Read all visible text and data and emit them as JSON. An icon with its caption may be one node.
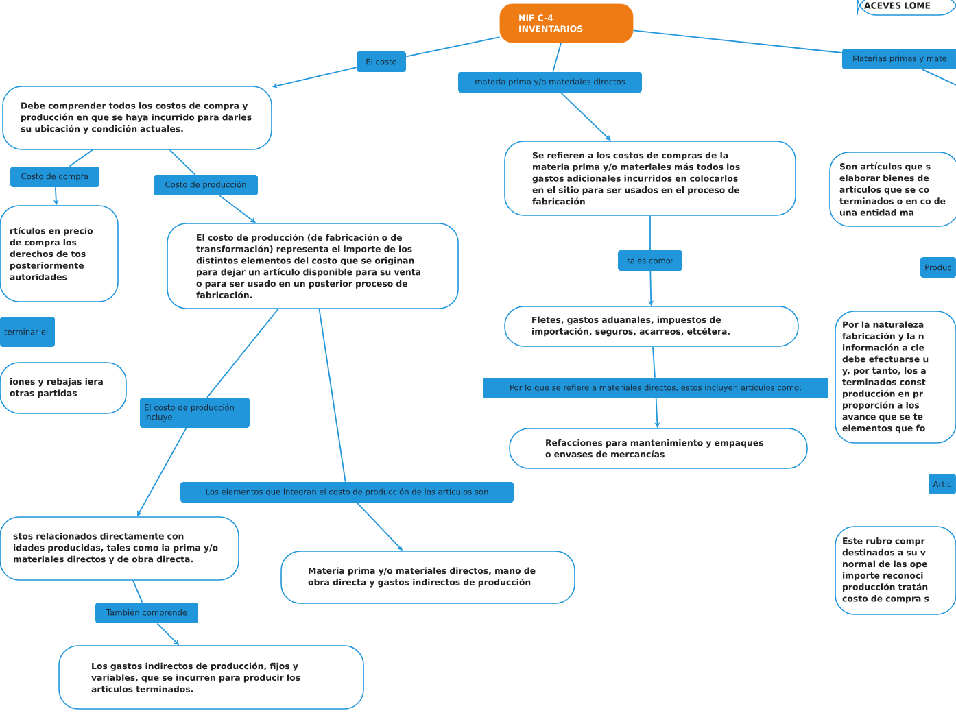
{
  "diagram": {
    "nodes": [
      {
        "text": [
          "NIF C-4 INVENTARIOS"
        ]
      },
      {
        "text": [
          "ACEVES LOME"
        ]
      },
      {
        "text": [
          "El costo"
        ]
      },
      {
        "text": [
          "Debe comprender todos los costos de compra y producción en que se haya incurrido para darles su ubicación y condición actuales."
        ]
      },
      {
        "text": [
          "materia prima y/o materiales directos"
        ]
      },
      {
        "text": [
          "Se refieren a los costos de compras de la materia prima y/o materiales más todos los gastos adicionales incurridos en colocarlos en el sitio para ser usados en el proceso de fabricación"
        ]
      },
      {
        "text": [
          "Materias primas y mate"
        ]
      },
      {
        "text": [
          "Son artículos que s elaborar bienes de artículos que se co terminados o en co de una entidad ma"
        ]
      },
      {
        "text": [
          "Costo de compra"
        ]
      },
      {
        "text": [
          "Costo de producción"
        ]
      },
      {
        "text": [
          "rtículos en precio de compra los derechos de tos posteriormente autoridades"
        ]
      },
      {
        "text": [
          "El costo de producción (de fabricación o de transformación) representa el importe de los distintos elementos del costo que se originan para dejar un artículo disponible para su venta o para ser usado en un posterior proceso de fabricación."
        ]
      },
      {
        "text": [
          "tales como:"
        ]
      },
      {
        "text": [
          "Produc"
        ]
      },
      {
        "text": [
          "Fletes, gastos aduanales, impuestos de importación, seguros, acarreos, etcétera."
        ]
      },
      {
        "text": [
          "terminar el"
        ]
      },
      {
        "text": [
          "Por la naturaleza fabricación y la n información a cle debe efectuarse u y, por tanto, los a terminados const producción en pr proporción a los avance que se te elementos que fo"
        ]
      },
      {
        "text": [
          "iones y rebajas iera otras partidas"
        ]
      },
      {
        "text": [
          "Por lo que se refiere a materiales directos, éstos incluyen artículos como:"
        ]
      },
      {
        "text": [
          "El costo de producción incluye"
        ]
      },
      {
        "text": [
          "Refacciones para mantenimiento y empaques o envases de mercancías"
        ]
      },
      {
        "text": [
          "Los elementos que integran el costo de producción de los artículos son"
        ]
      },
      {
        "text": [
          "Artic"
        ]
      },
      {
        "text": [
          "stos relacionados directamente con idades producidas, tales como ia prima y/o materiales directos y de obra directa."
        ]
      },
      {
        "text": [
          "Materia prima y/o materiales directos, mano de obra directa y gastos indirectos de producción"
        ]
      },
      {
        "text": [
          "Este rubro compr destinados a su v normal de las ope importe reconoci producción tratán costo de compra s"
        ]
      },
      {
        "text": [
          "También comprende"
        ]
      },
      {
        "text": [
          "Los gastos indirectos de producción, fijos y variables, que se incurren para producir los artículos terminados."
        ]
      }
    ],
    "edges": [
      {
        "from": 0,
        "to": 2,
        "arrow": "none"
      },
      {
        "from": 2,
        "to": 3,
        "arrow": "to"
      },
      {
        "from": 0,
        "to": 4,
        "arrow": "none"
      },
      {
        "from": 4,
        "to": 5,
        "arrow": "to"
      },
      {
        "from": 0,
        "to": 6,
        "arrow": "none"
      },
      {
        "from": 6,
        "to": null,
        "arrow": "none"
      },
      {
        "from": 3,
        "to": 8,
        "arrow": "none"
      },
      {
        "from": 8,
        "to": 10,
        "arrow": "to"
      },
      {
        "from": 3,
        "to": 9,
        "arrow": "none"
      },
      {
        "from": 9,
        "to": 11,
        "arrow": "to"
      },
      {
        "from": 5,
        "to": 12,
        "arrow": "none"
      },
      {
        "from": 12,
        "to": 14,
        "arrow": "to"
      },
      {
        "from": 14,
        "to": 18,
        "arrow": "none"
      },
      {
        "from": 18,
        "to": 20,
        "arrow": "to"
      },
      {
        "from": 11,
        "to": 19,
        "arrow": "none"
      },
      {
        "from": 19,
        "to": 23,
        "arrow": "to"
      },
      {
        "from": 11,
        "to": 21,
        "arrow": "none"
      },
      {
        "from": 21,
        "to": 24,
        "arrow": "to"
      },
      {
        "from": 23,
        "to": 26,
        "arrow": "none"
      },
      {
        "from": 26,
        "to": 27,
        "arrow": "to"
      }
    ]
  }
}
